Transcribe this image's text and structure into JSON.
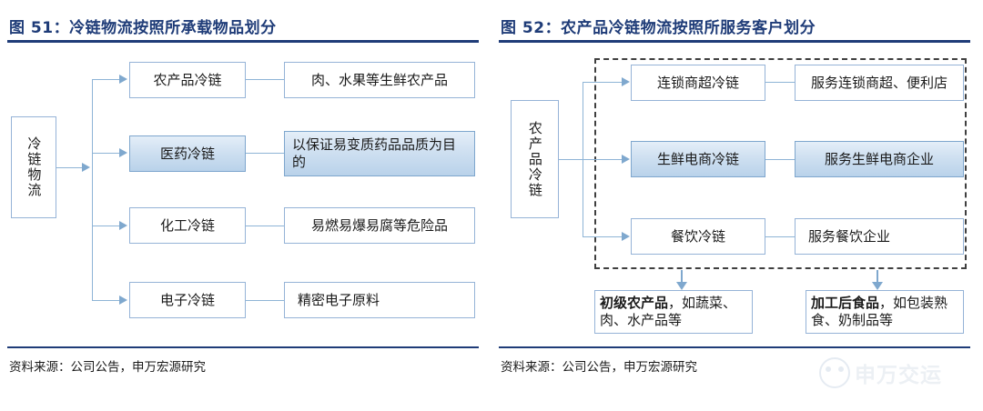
{
  "figure_left": {
    "title": "图 51：冷链物流按照所承载物品划分",
    "source": "资料来源：公司公告，申万宏源研究",
    "root": "冷链物流",
    "rows": [
      {
        "category": "农产品冷链",
        "detail": "肉、水果等生鲜农产品",
        "highlighted": false
      },
      {
        "category": "医药冷链",
        "detail": "以保证易变质药品品质为目的",
        "highlighted": true
      },
      {
        "category": "化工冷链",
        "detail": "易燃易爆易腐等危险品",
        "highlighted": false
      },
      {
        "category": "电子冷链",
        "detail": "精密电子原料",
        "highlighted": false
      }
    ]
  },
  "figure_right": {
    "title": "图 52：农产品冷链物流按照所服务客户划分",
    "source": "资料来源：公司公告，申万宏源研究",
    "root": "农产品冷链",
    "rows": [
      {
        "category": "连锁商超冷链",
        "detail": "服务连锁商超、便利店",
        "highlighted": false
      },
      {
        "category": "生鲜电商冷链",
        "detail": "服务生鲜电商企业",
        "highlighted": true
      },
      {
        "category": "餐饮冷链",
        "detail": "服务餐饮企业",
        "highlighted": false
      }
    ],
    "outputs": [
      {
        "bold": "初级农产品",
        "rest": "，如蔬菜、肉、水产品等"
      },
      {
        "bold": "加工后食品",
        "rest": "，如包装熟食、奶制品等"
      }
    ]
  },
  "watermark": {
    "text": "申万交运",
    "logo_icon": "circle-logo-icon"
  },
  "colors": {
    "title_blue": "#1f3c78",
    "box_border": "#95b3d7",
    "highlight_fill": "#cfe0f1",
    "connector": "#8eb4d6"
  }
}
